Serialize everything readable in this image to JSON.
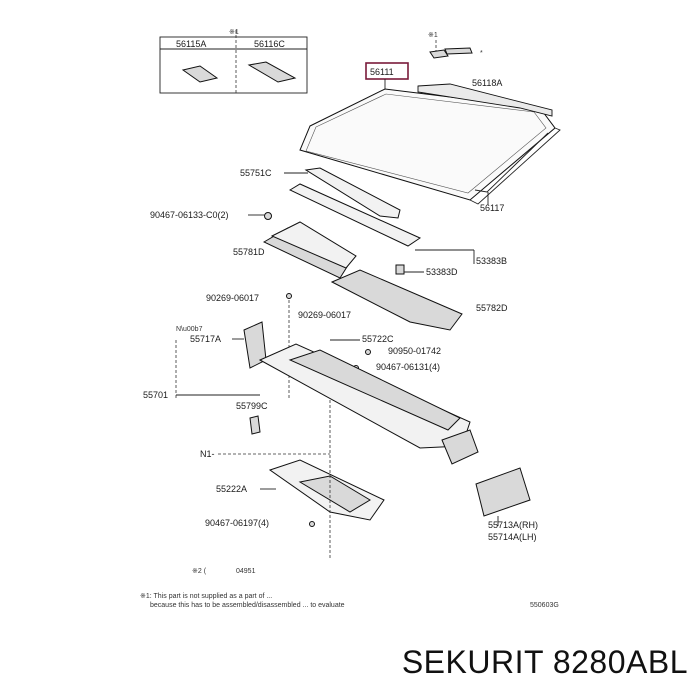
{
  "labels": {
    "ref_56111": "56111",
    "ref_56115A": "56115A",
    "ref_56116C": "56116C",
    "ref_star_note": "※1",
    "ref_56118A": "56118A",
    "ref_56117": "56117",
    "ref_55751C": "55751C",
    "ref_90467_06133": "90467-06133-C0(2)",
    "ref_55781D": "55781D",
    "ref_53383B": "53383B",
    "ref_53383D": "53383D",
    "ref_90269_06017_a": "90269-06017",
    "ref_90269_06017_b": "90269-06017",
    "ref_55782D": "55782D",
    "ref_55717A": "55717A",
    "ref_55722C": "55722C",
    "ref_90950_01742": "90950-01742",
    "ref_90467_06131": "90467-06131(4)",
    "ref_55701": "55701",
    "ref_55799C": "55799C",
    "ref_N1": "N1-",
    "ref_55222A": "55222A",
    "ref_90467_06197": "90467-06197(4)",
    "ref_55713A": "55713A(RH)",
    "ref_55714A": "55714A(LH)",
    "ref_small_a": "※2 (",
    "ref_small_b": "04951",
    "ref_drawing_no": "550603G"
  },
  "notes": {
    "line1": "※1: This part is not supplied as a part of ...",
    "line2": "because this has to be assembled/disassembled ... to evaluate"
  },
  "watermark": "SEKURIT 8280ABL",
  "colors": {
    "highlight_box": "#7a1a3a",
    "line": "#222222"
  }
}
